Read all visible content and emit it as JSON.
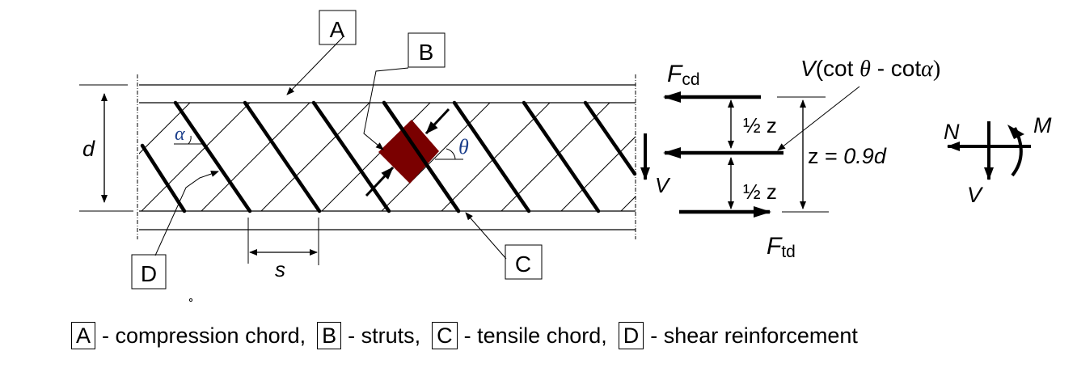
{
  "diagram": {
    "title": "Truss model for shear in reinforced concrete beam",
    "callouts": {
      "A": "A",
      "B": "B",
      "C": "C",
      "D": "D"
    },
    "dimensions": {
      "depth": "d",
      "spacing": "s",
      "alpha": "α",
      "theta": "θ",
      "shear_at_section": "V"
    },
    "forces": {
      "compression_force": "F",
      "compression_sub": "cd",
      "tension_force": "F",
      "tension_sub": "td",
      "half_z_top": "½ z",
      "half_z_bottom": "½ z",
      "lever_arm_prefix": "z = ",
      "lever_arm_value": "0.9d",
      "additional_force_V": "V",
      "additional_force_open": "(cot ",
      "additional_force_theta": "θ",
      "additional_force_mid": " - cot",
      "additional_force_alpha": "α",
      "additional_force_close": ")"
    },
    "sign_convention": {
      "normal": "N",
      "moment": "M",
      "shear": "V"
    },
    "colors": {
      "strut_fill": "#7a0000",
      "line": "#000000"
    }
  },
  "legend": [
    {
      "key": "A",
      "text": "- compression chord,"
    },
    {
      "key": "B",
      "text": "- struts,"
    },
    {
      "key": "C",
      "text": "- tensile chord,"
    },
    {
      "key": "D",
      "text": "- shear reinforcement"
    }
  ]
}
